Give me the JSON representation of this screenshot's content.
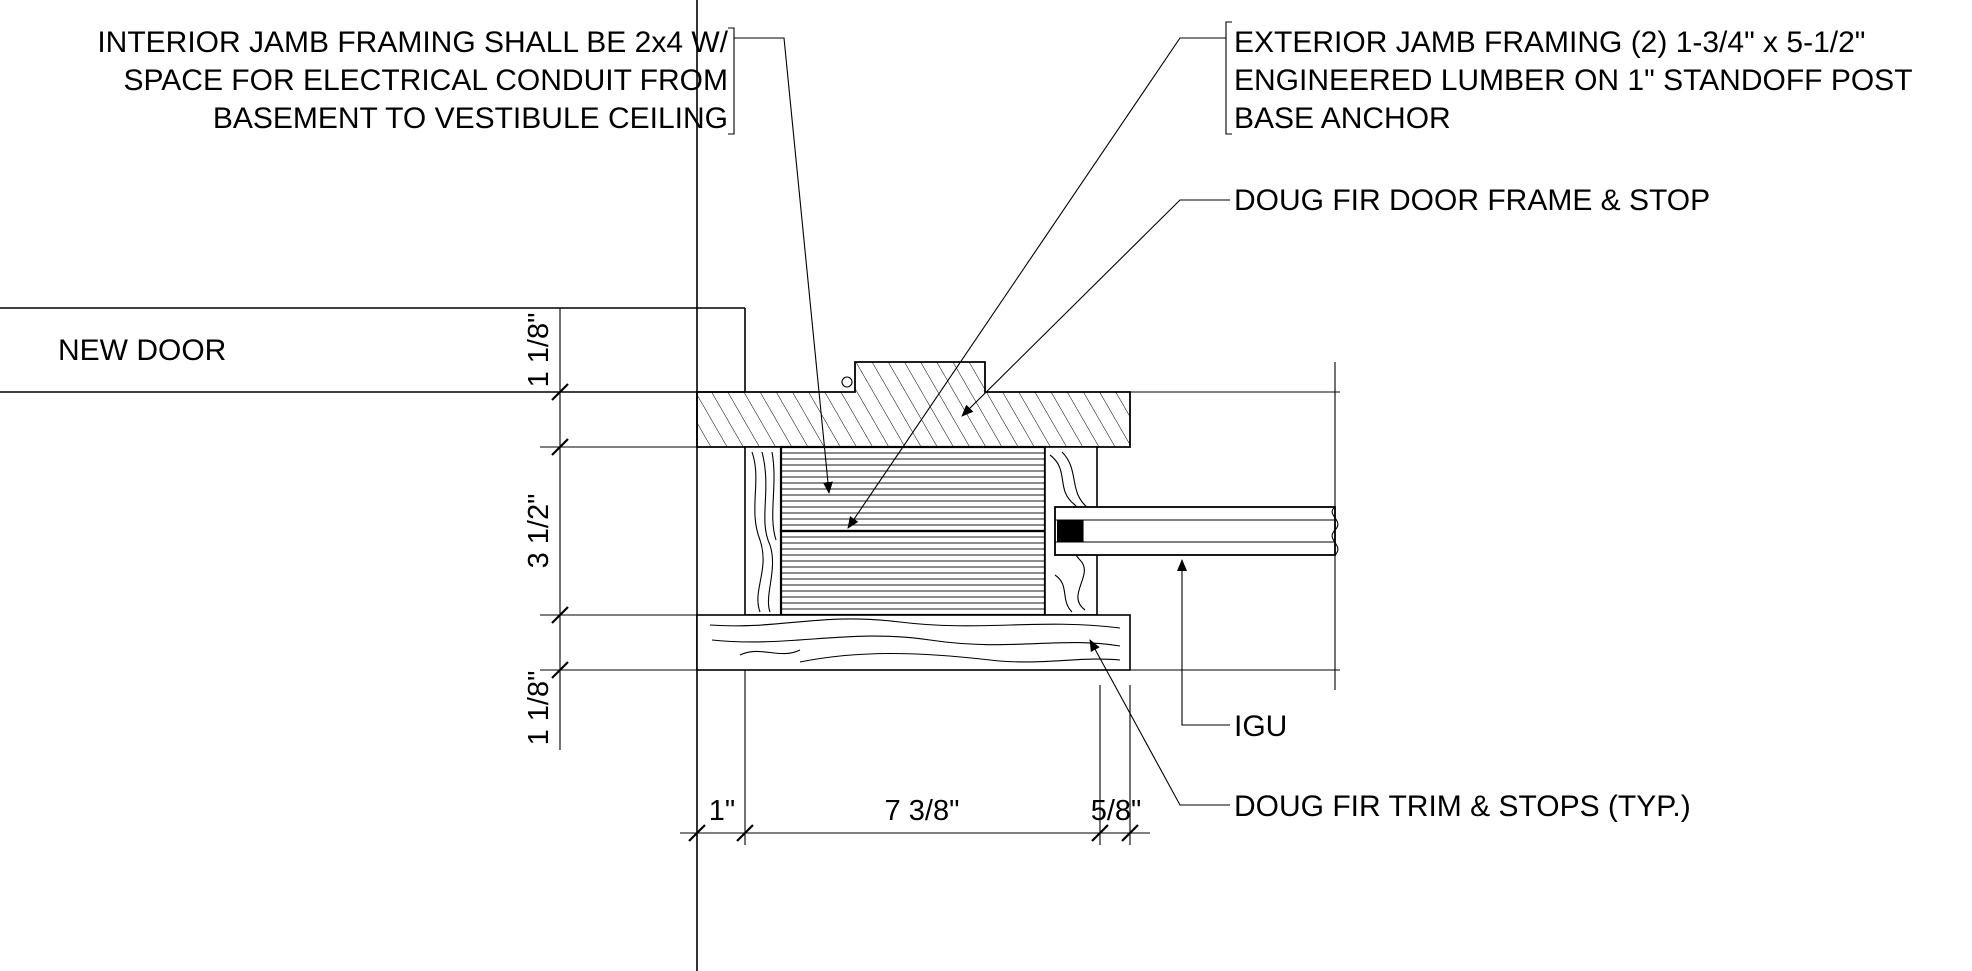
{
  "notes": {
    "interior_jamb": [
      "INTERIOR JAMB FRAMING SHALL BE 2x4 W/",
      "SPACE FOR ELECTRICAL CONDUIT FROM",
      "BASEMENT TO VESTIBULE CEILING"
    ],
    "exterior_jamb": [
      "EXTERIOR JAMB FRAMING (2) 1-3/4\" x 5-1/2\"",
      "ENGINEERED LUMBER ON 1\" STANDOFF POST",
      "BASE ANCHOR"
    ],
    "door_frame": "DOUG FIR DOOR FRAME & STOP",
    "igu": "IGU",
    "trim": "DOUG FIR TRIM & STOPS (TYP.)",
    "new_door": "NEW DOOR"
  },
  "dimensions": {
    "door_thickness": "1 1/8\"",
    "framing_depth": "3 1/2\"",
    "trim_thickness": "1 1/8\"",
    "standoff": "1\"",
    "framing_width": "7 3/8\"",
    "stop_width": "5/8\""
  }
}
